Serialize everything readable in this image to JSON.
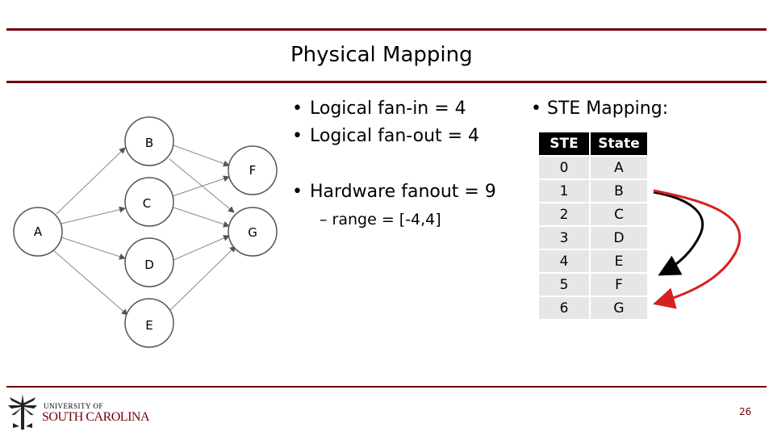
{
  "slide": {
    "title": "Physical Mapping",
    "page_number": "26"
  },
  "bullets": {
    "fanin": "Logical fan-in = 4",
    "fanout": "Logical fan-out = 4",
    "hw_fanout": "Hardware fanout = 9",
    "range": "– range = [-4,4]",
    "marker": "•"
  },
  "ste_mapping": {
    "heading": "STE Mapping:",
    "columns": [
      "STE",
      "State"
    ],
    "rows": [
      [
        "0",
        "A"
      ],
      [
        "1",
        "B"
      ],
      [
        "2",
        "C"
      ],
      [
        "3",
        "D"
      ],
      [
        "4",
        "E"
      ],
      [
        "5",
        "F"
      ],
      [
        "6",
        "G"
      ]
    ]
  },
  "graph": {
    "nodes": [
      "A",
      "B",
      "C",
      "D",
      "E",
      "F",
      "G"
    ]
  },
  "logo": {
    "line1": "UNIVERSITY OF",
    "line2": "SOUTH CAROLINA"
  },
  "colors": {
    "brand": "#73000a",
    "arrow_black": "#000000",
    "arrow_red": "#d62020"
  }
}
